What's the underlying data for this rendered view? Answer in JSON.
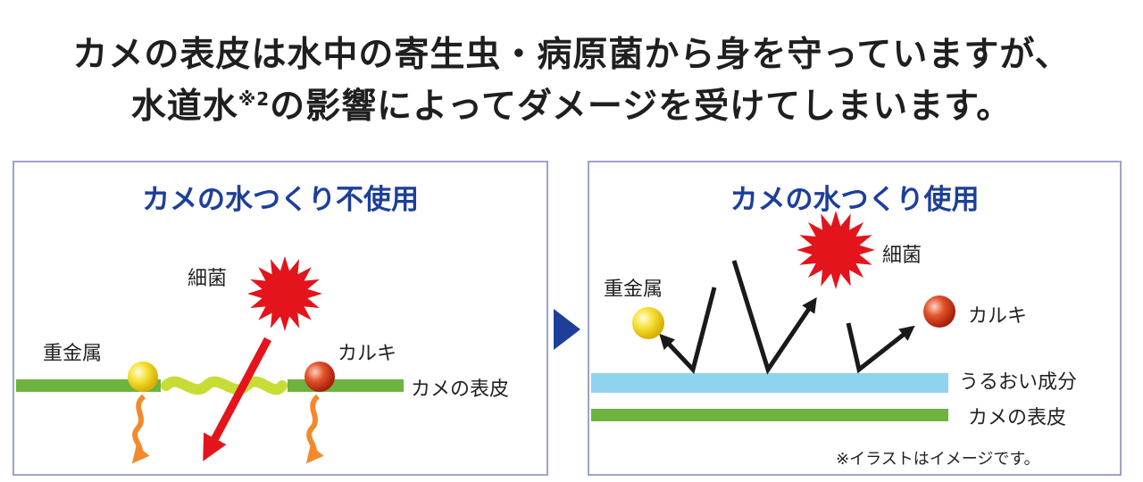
{
  "headline": {
    "line1": "カメの表皮は水中の寄生虫・病原菌から身を守っていますが、",
    "line2_a": "水道水",
    "line2_sup": "※2",
    "line2_b": "の影響によってダメージを受けてしまいます。"
  },
  "left_panel": {
    "title": "カメの水つくり不使用",
    "labels": {
      "bacteria": "細菌",
      "heavy_metal": "重金属",
      "chlorine": "カルキ",
      "skin": "カメの表皮"
    }
  },
  "right_panel": {
    "title": "カメの水つくり使用",
    "labels": {
      "bacteria": "細菌",
      "heavy_metal": "重金属",
      "chlorine": "カルキ",
      "moisture": "うるおい成分",
      "skin": "カメの表皮"
    },
    "note": "※イラストはイメージです。"
  },
  "colors": {
    "title_blue": "#1d3f9a",
    "skin_green": "#6db33f",
    "damaged_skin": "#c8dc36",
    "moisture_blue": "#8fd3ef",
    "bacteria_red": "#e3141b",
    "orange_arrow": "#f28a2c",
    "metal_yellow": "#f3d400",
    "chlorine_red": "#d9381e",
    "panel_border": "#9ea3c8",
    "nav_arrow": "#1d3f9a"
  },
  "icons": {
    "bacteria": "spiky-star-icon",
    "heavy_metal": "yellow-ball-icon",
    "chlorine": "red-ball-icon",
    "next": "triangle-right-icon"
  }
}
